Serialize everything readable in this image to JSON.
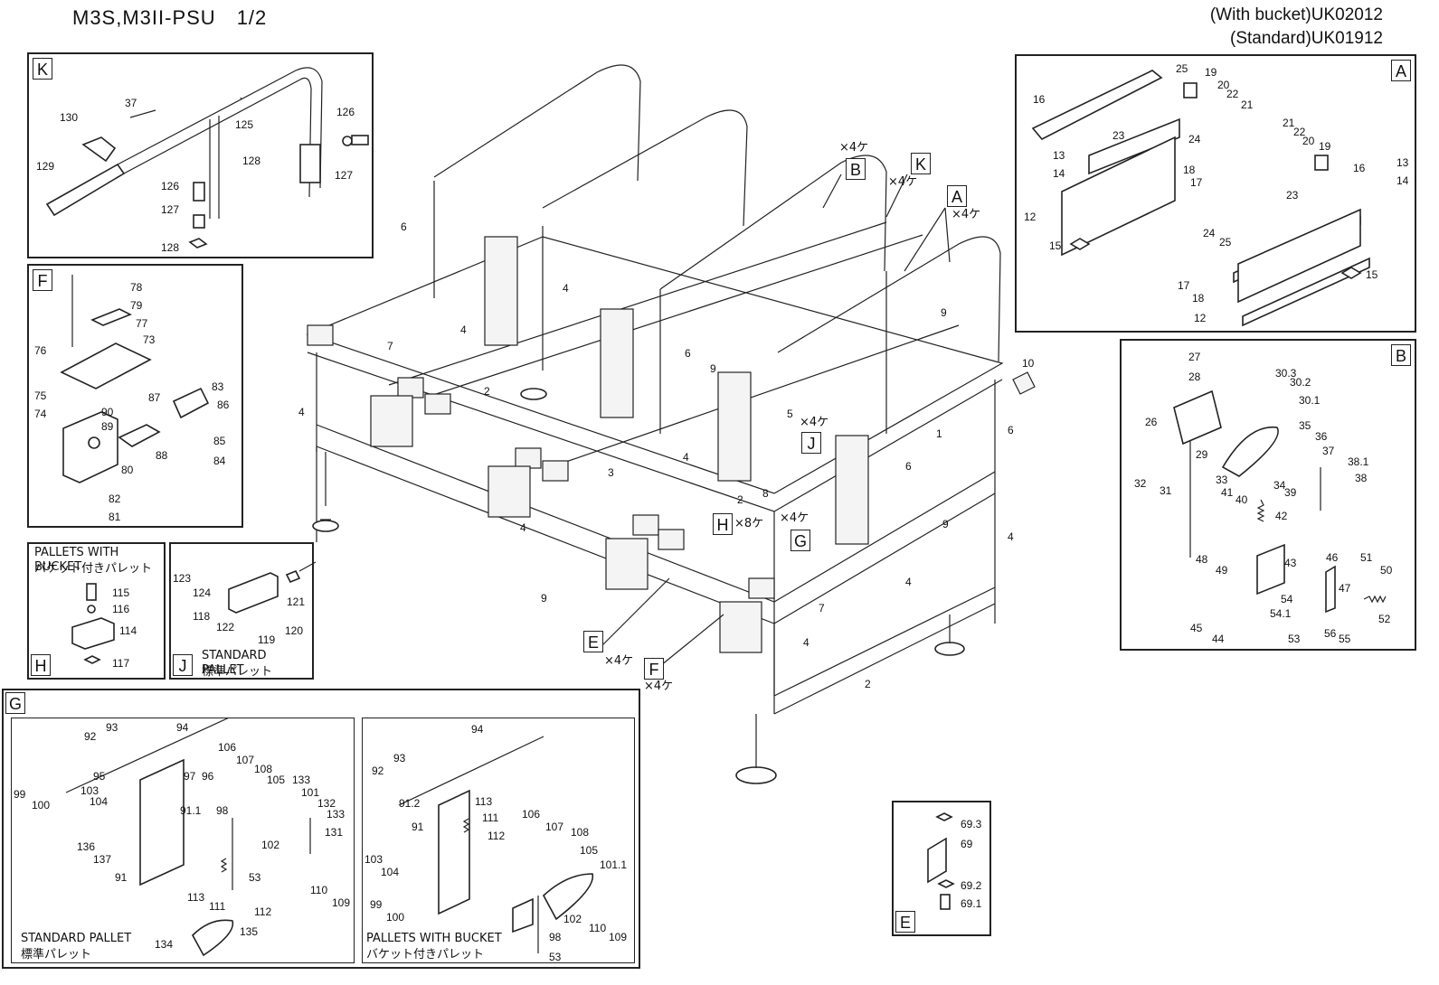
{
  "header": {
    "title": "M3S,M3II-PSU　1/2",
    "code_bucket": "(With bucket)UK02012",
    "code_standard": "(Standard)UK01912"
  },
  "panels": {
    "k": {
      "tag": "K",
      "labels": [
        "37",
        "130",
        "125",
        "126",
        "129",
        "127",
        "128",
        "126",
        "127",
        "128"
      ]
    },
    "a": {
      "tag": "A",
      "labels": [
        "25",
        "19",
        "16",
        "20",
        "22",
        "21",
        "23",
        "24",
        "13",
        "14",
        "18",
        "17",
        "12",
        "15",
        "21",
        "22",
        "20",
        "19",
        "13",
        "16",
        "14",
        "23",
        "24",
        "25",
        "17",
        "18",
        "15",
        "12"
      ]
    },
    "f": {
      "tag": "F",
      "labels": [
        "78",
        "79",
        "77",
        "76",
        "73",
        "75",
        "74",
        "83",
        "87",
        "86",
        "90",
        "89",
        "85",
        "88",
        "84",
        "80",
        "82",
        "81"
      ]
    },
    "b": {
      "tag": "B",
      "labels": [
        "27",
        "28",
        "30.3",
        "30.2",
        "30.1",
        "26",
        "35",
        "36",
        "29",
        "37",
        "38.1",
        "32",
        "31",
        "33",
        "34",
        "38",
        "41",
        "40",
        "39",
        "42",
        "48",
        "49",
        "43",
        "46",
        "51",
        "50",
        "47",
        "54",
        "54.1",
        "52",
        "45",
        "44",
        "53",
        "56",
        "55"
      ]
    },
    "h": {
      "tag": "H",
      "caption_en": "PALLETS WITH BUCKET",
      "caption_jp": "バケット付きパレット",
      "labels": [
        "115",
        "116",
        "114",
        "117"
      ]
    },
    "j": {
      "tag": "J",
      "caption_en": "STANDARD PALLET",
      "caption_jp": "標準パレット",
      "labels": [
        "123",
        "124",
        "121",
        "118",
        "122",
        "119",
        "120"
      ]
    },
    "g": {
      "tag": "G",
      "left": {
        "caption_en": "STANDARD PALLET",
        "caption_jp": "標準パレット",
        "labels": [
          "92",
          "93",
          "94",
          "106",
          "107",
          "108",
          "95",
          "97",
          "96",
          "105",
          "133",
          "99",
          "103",
          "91.1",
          "101",
          "100",
          "104",
          "132",
          "98",
          "133",
          "131",
          "102",
          "136",
          "137",
          "91",
          "113",
          "111",
          "53",
          "110",
          "109",
          "112",
          "134",
          "135"
        ]
      },
      "right": {
        "caption_en": "PALLETS WITH BUCKET",
        "caption_jp": "バケット付きパレット",
        "labels": [
          "94",
          "93",
          "92",
          "91.2",
          "113",
          "106",
          "107",
          "108",
          "91",
          "111",
          "112",
          "105",
          "103",
          "101.1",
          "104",
          "99",
          "100",
          "98",
          "102",
          "110",
          "109",
          "53"
        ]
      }
    },
    "e": {
      "tag": "E",
      "labels": [
        "69.3",
        "69",
        "69.2",
        "69.1"
      ]
    }
  },
  "main": {
    "callouts": [
      {
        "tag": "B",
        "qty": "×4ケ"
      },
      {
        "tag": "K",
        "qty": "×4ケ"
      },
      {
        "tag": "A",
        "qty": "×4ケ"
      },
      {
        "tag": "J",
        "qty": "×4ケ"
      },
      {
        "tag": "H",
        "qty": "×8ケ"
      },
      {
        "tag": "G",
        "qty": "×4ケ"
      },
      {
        "tag": "E",
        "qty": "×4ケ"
      },
      {
        "tag": "F",
        "qty": "×4ケ"
      }
    ],
    "labels": [
      "6",
      "4",
      "7",
      "4",
      "9",
      "2",
      "3",
      "4",
      "6",
      "9",
      "5",
      "4",
      "2",
      "8",
      "4",
      "9",
      "7",
      "4",
      "2",
      "1",
      "6",
      "6",
      "9",
      "4",
      "4",
      "10"
    ]
  }
}
